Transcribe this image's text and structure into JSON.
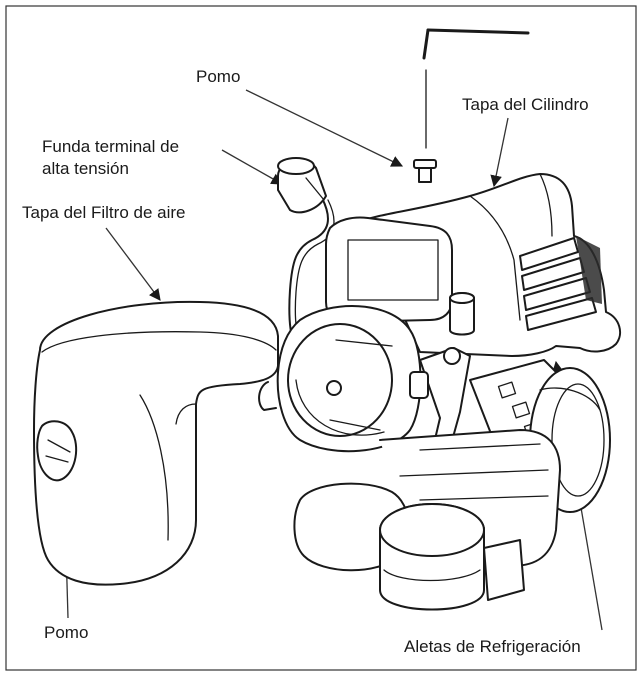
{
  "labels": {
    "pomo_top": "Pomo",
    "funda": [
      "Funda terminal de",
      "alta tensión"
    ],
    "tapa_cilindro": "Tapa del Cilindro",
    "tapa_filtro": "Tapa del Filtro de aire",
    "pomo_bottom": "Pomo",
    "aletas": "Aletas de Refrigeración"
  },
  "icons": [
    "hex-key-icon",
    "knob-icon",
    "spark-plug-boot-icon"
  ]
}
